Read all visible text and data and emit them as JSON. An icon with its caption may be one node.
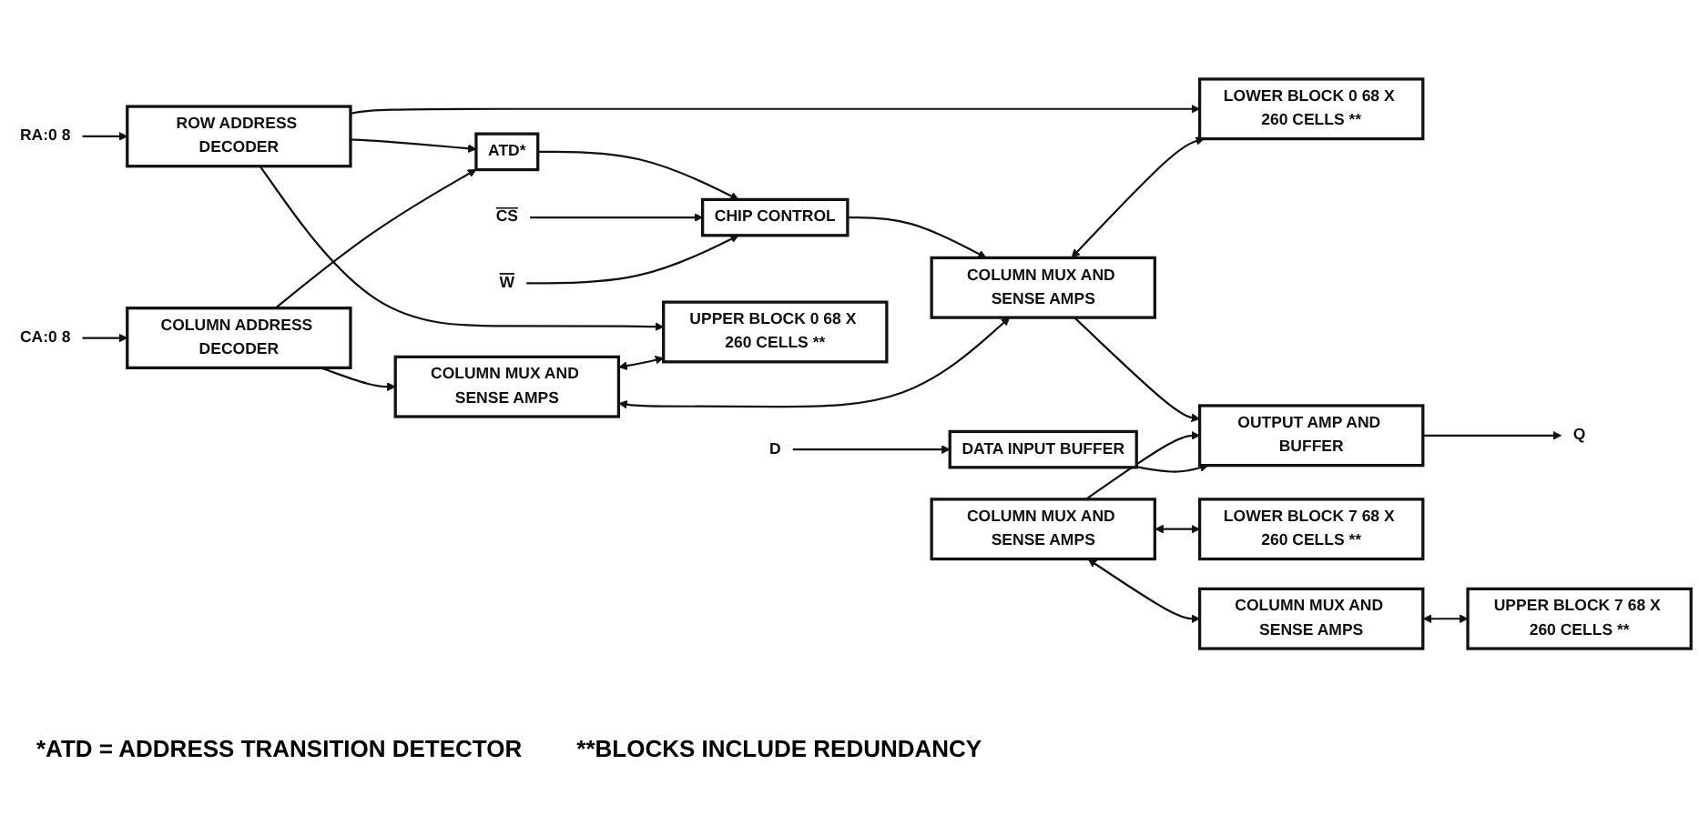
{
  "diagram": {
    "nodes": [
      {
        "text": [
          "RA:0 8"
        ]
      },
      {
        "text": [
          "ROW ADDRESS DECODER"
        ]
      },
      {
        "text": [
          "CA:0 8"
        ]
      },
      {
        "text": [
          "COLUMN ADDRESS DECODER"
        ]
      },
      {
        "text": [
          "ATD*"
        ]
      },
      {
        "text": [
          "CS"
        ]
      },
      {
        "text": [
          "W"
        ]
      },
      {
        "text": [
          "CHIP CONTROL"
        ]
      },
      {
        "text": [
          "UPPER BLOCK 0 68 X 260 CELLS **"
        ]
      },
      {
        "text": [
          "COLUMN MUX AND SENSE AMPS"
        ]
      },
      {
        "text": [
          "COLUMN MUX AND SENSE AMPS"
        ]
      },
      {
        "text": [
          "LOWER BLOCK 0 68 X 260 CELLS **"
        ]
      },
      {
        "text": [
          "UPPER BLOCK 7 68 X 260 CELLS **"
        ]
      },
      {
        "text": [
          "COLUMN MUX AND SENSE AMPS"
        ]
      },
      {
        "text": [
          "COLUMN MUX AND SENSE AMPS"
        ]
      },
      {
        "text": [
          "LOWER BLOCK 7 68 X 260 CELLS **"
        ]
      },
      {
        "text": [
          "OUTPUT AMP AND BUFFER"
        ]
      },
      {
        "text": [
          "DATA INPUT BUFFER"
        ]
      },
      {
        "text": [
          "Q"
        ]
      },
      {
        "text": [
          "D"
        ]
      }
    ],
    "edges": [
      {
        "from": 0,
        "to": 1,
        "arrow": "to"
      },
      {
        "from": 2,
        "to": 3,
        "arrow": "to"
      },
      {
        "from": 1,
        "to": 8,
        "arrow": "to"
      },
      {
        "from": 1,
        "to": 4,
        "arrow": "to"
      },
      {
        "from": 3,
        "to": 4,
        "arrow": "to"
      },
      {
        "from": 1,
        "to": 11,
        "arrow": "to"
      },
      {
        "from": 3,
        "to": 9,
        "arrow": "to"
      },
      {
        "from": 4,
        "to": 7,
        "arrow": "to"
      },
      {
        "from": 5,
        "to": 7,
        "arrow": "to"
      },
      {
        "from": 6,
        "to": 7,
        "arrow": "to"
      },
      {
        "from": 7,
        "to": 10,
        "arrow": "to"
      },
      {
        "from": 9,
        "to": 8,
        "arrow": "both"
      },
      {
        "from": 9,
        "to": 10,
        "arrow": "both"
      },
      {
        "from": 10,
        "to": 11,
        "arrow": "both"
      },
      {
        "from": 13,
        "to": 12,
        "arrow": "both"
      },
      {
        "from": 14,
        "to": 13,
        "arrow": "both"
      },
      {
        "from": 14,
        "to": 15,
        "arrow": "both"
      },
      {
        "from": 10,
        "to": 16,
        "arrow": "to"
      },
      {
        "from": 14,
        "to": 16,
        "arrow": "to"
      },
      {
        "from": 17,
        "to": 16,
        "arrow": "to"
      },
      {
        "from": 16,
        "to": 18,
        "arrow": "to"
      },
      {
        "from": 19,
        "to": 17,
        "arrow": "to"
      }
    ],
    "labels": [
      "*ATD = ADDRESS TRANSITION DETECTOR",
      "**BLOCKS INCLUDE REDUNDANCY"
    ]
  }
}
